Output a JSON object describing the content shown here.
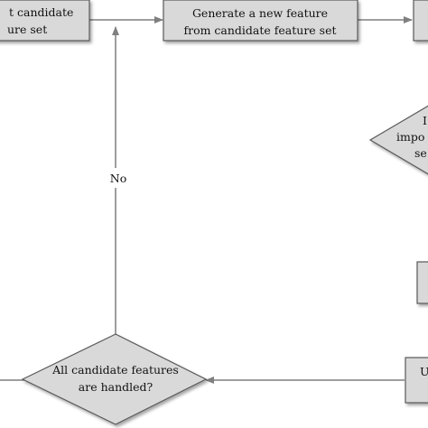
{
  "nodes": {
    "select_box": {
      "line1": "t candidate",
      "line2": "ure set"
    },
    "generate_box": {
      "line1": "Generate a new feature",
      "line2": "from candidate feature set"
    },
    "importance_diamond": {
      "line1": "I",
      "line2": "impo",
      "line3": "se"
    },
    "right_lower_box": {
      "text": ""
    },
    "update_box": {
      "text": "U"
    },
    "handled_diamond": {
      "line1": "All candidate features",
      "line2": "are handled?"
    }
  },
  "edges": {
    "no_label": "No"
  },
  "colors": {
    "box_fill": "#d9d9d9",
    "box_stroke": "#595959",
    "arrow": "#7f7f7f",
    "text": "#111111"
  }
}
